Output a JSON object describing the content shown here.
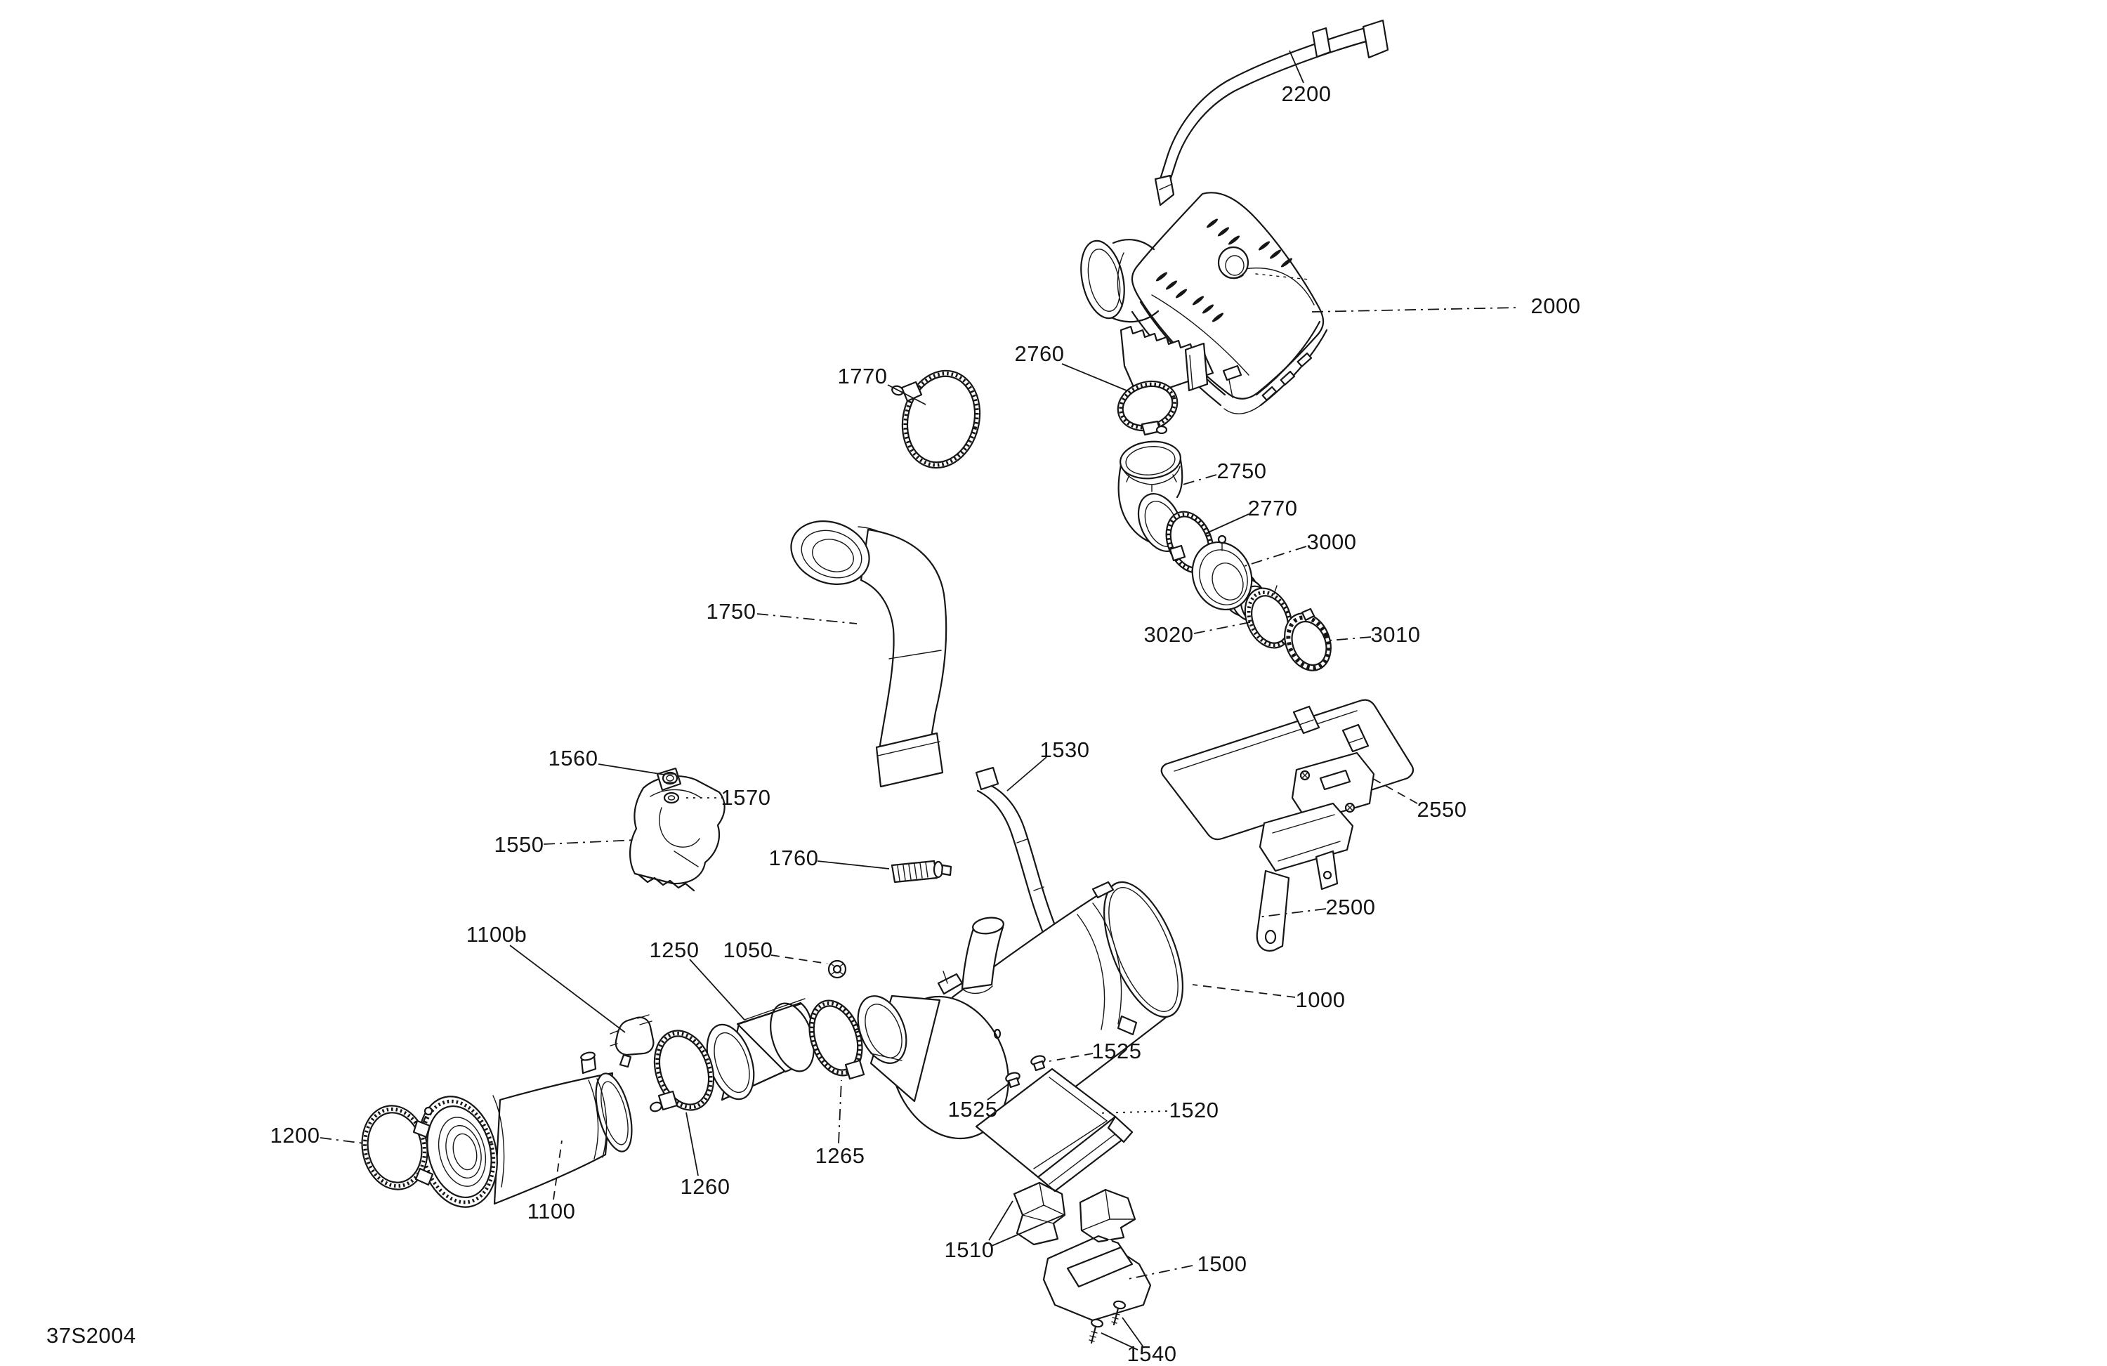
{
  "page": {
    "background_color": "#ffffff",
    "line_color": "#161616",
    "drawing_code": "37S2004"
  },
  "diagram": {
    "type": "exploded-parts-diagram",
    "description": "Black-and-white exploded technical illustration of an air intake silencer / muffler assembly with numbered part callouts and leader lines",
    "callouts": [
      {
        "label": "2200"
      },
      {
        "label": "2000"
      },
      {
        "label": "1770"
      },
      {
        "label": "2760"
      },
      {
        "label": "2750"
      },
      {
        "label": "2770"
      },
      {
        "label": "3000"
      },
      {
        "label": "3020"
      },
      {
        "label": "3010"
      },
      {
        "label": "1750"
      },
      {
        "label": "1530"
      },
      {
        "label": "2550"
      },
      {
        "label": "1560"
      },
      {
        "label": "1570"
      },
      {
        "label": "1550"
      },
      {
        "label": "1760"
      },
      {
        "label": "2500"
      },
      {
        "label": "1100b"
      },
      {
        "label": "1250"
      },
      {
        "label": "1050"
      },
      {
        "label": "1000"
      },
      {
        "label": "1525"
      },
      {
        "label": "1525"
      },
      {
        "label": "1520"
      },
      {
        "label": "1200"
      },
      {
        "label": "1265"
      },
      {
        "label": "1260"
      },
      {
        "label": "1100"
      },
      {
        "label": "1510"
      },
      {
        "label": "1500"
      },
      {
        "label": "1540"
      }
    ]
  }
}
